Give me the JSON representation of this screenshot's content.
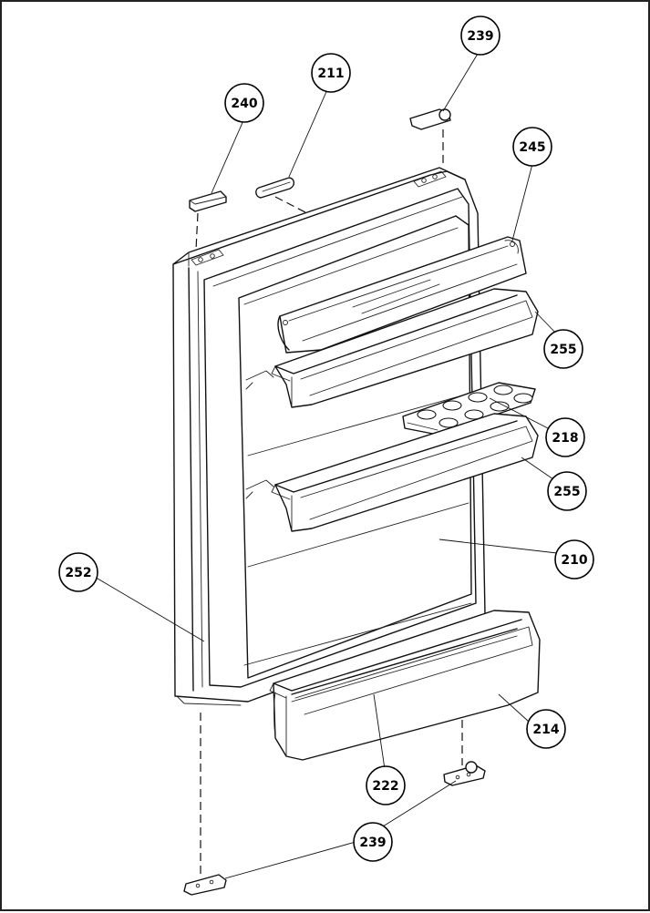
{
  "callouts": {
    "c239_top": "239",
    "c211": "211",
    "c240": "240",
    "c245": "245",
    "c255_upper": "255",
    "c218": "218",
    "c255_lower": "255",
    "c210": "210",
    "c252": "252",
    "c214": "214",
    "c222": "222",
    "c239_bottom": "239"
  }
}
